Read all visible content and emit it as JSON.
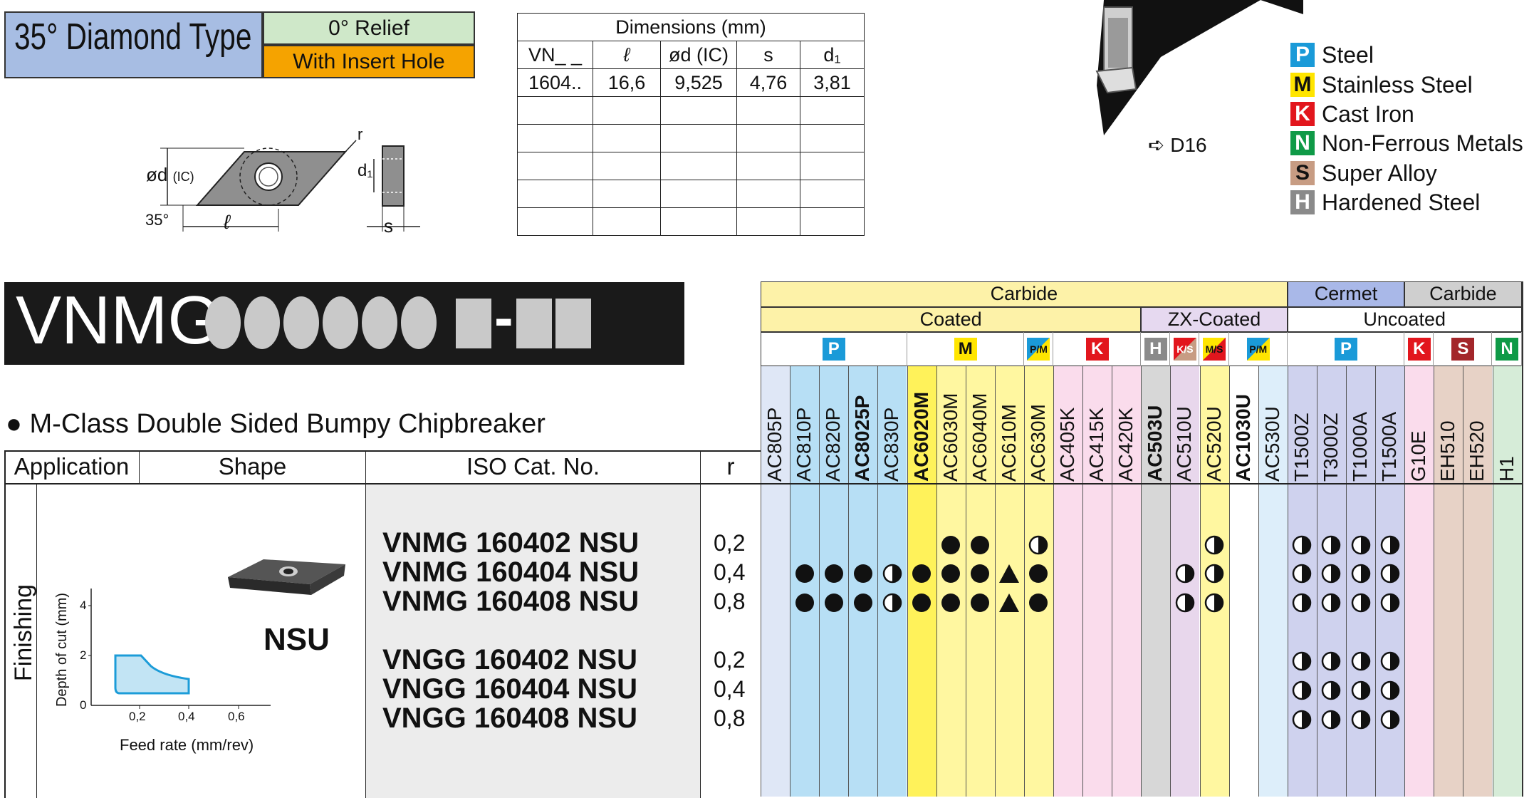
{
  "header": {
    "type_title": "35° Diamond Type",
    "relief": "0° Relief",
    "insert_hole": "With Insert Hole"
  },
  "drawing": {
    "label_od": "ød",
    "label_ic": "(IC)",
    "label_r": "r",
    "label_angle": "35°",
    "label_l": "ℓ",
    "label_d1": "d₁",
    "label_s": "s"
  },
  "dimensions": {
    "title": "Dimensions (mm)",
    "headers": [
      "VN_ _",
      "ℓ",
      "ød (IC)",
      "s",
      "d₁"
    ],
    "rows": [
      [
        "1604..",
        "16,6",
        "9,525",
        "4,76",
        "3,81"
      ]
    ]
  },
  "holder_ref": "➪ D16",
  "legend": [
    {
      "letter": "P",
      "label": "Steel",
      "color": "#1a9ad8",
      "text_color": "#ffffff"
    },
    {
      "letter": "M",
      "label": "Stainless Steel",
      "color": "#ffe500",
      "text_color": "#111111"
    },
    {
      "letter": "K",
      "label": "Cast Iron",
      "color": "#e2161d",
      "text_color": "#ffffff"
    },
    {
      "letter": "N",
      "label": "Non-Ferrous Metals",
      "color": "#0f9a47",
      "text_color": "#ffffff"
    },
    {
      "letter": "S",
      "label": "Super Alloy",
      "color": "#c79c83",
      "text_color": "#111111"
    },
    {
      "letter": "H",
      "label": "Hardened Steel",
      "color": "#8a8a8a",
      "text_color": "#ffffff"
    }
  ],
  "series_title": "VNMG",
  "series_suffix": "-",
  "subtitle": "● M-Class   Double Sided Bumpy Chipbreaker",
  "table": {
    "head_application": "Application",
    "head_shape": "Shape",
    "head_iso": "ISO Cat. No.",
    "head_r": "r",
    "group_carbide": "Carbide",
    "group_cermet": "Cermet",
    "group_carbide2": "Carbide",
    "group_coated": "Coated",
    "group_zx": "ZX-Coated",
    "group_uncoated": "Uncoated",
    "material_badges": [
      "P",
      "M",
      "P/M",
      "K",
      "H",
      "K/S",
      "M/S",
      "P/M",
      "P",
      "K",
      "S",
      "N"
    ],
    "grades": [
      "AC805P",
      "AC810P",
      "AC820P",
      "AC8025P",
      "AC830P",
      "AC6020M",
      "AC6030M",
      "AC6040M",
      "AC610M",
      "AC630M",
      "AC405K",
      "AC415K",
      "AC420K",
      "AC503U",
      "AC510U",
      "AC520U",
      "AC1030U",
      "AC530U",
      "T1500Z",
      "T3000Z",
      "T1000A",
      "T1500A",
      "G10E",
      "EH510",
      "EH520",
      "H1"
    ],
    "application": "Finishing",
    "chipbreaker": "NSU",
    "graph": {
      "ylabel": "Depth of cut (mm)",
      "xlabel": "Feed rate (mm/rev)",
      "yticks": [
        "0",
        "2",
        "4"
      ],
      "xticks": [
        "0,2",
        "0,4",
        "0,6"
      ]
    },
    "rows": [
      {
        "code": "VNMG 160402 NSU",
        "r": "0,2",
        "marks": {
          "6": "dot",
          "7": "dot",
          "9": "half",
          "15": "half",
          "18": "half",
          "19": "half",
          "20": "half",
          "21": "half"
        }
      },
      {
        "code": "VNMG 160404 NSU",
        "r": "0,4",
        "marks": {
          "1": "dot",
          "2": "dot",
          "3": "dot",
          "4": "half",
          "5": "dot",
          "6": "dot",
          "7": "dot",
          "8": "tri",
          "9": "dot",
          "14": "half",
          "15": "half",
          "18": "half",
          "19": "half",
          "20": "half",
          "21": "half"
        }
      },
      {
        "code": "VNMG 160408 NSU",
        "r": "0,8",
        "marks": {
          "1": "dot",
          "2": "dot",
          "3": "dot",
          "4": "half",
          "5": "dot",
          "6": "dot",
          "7": "dot",
          "8": "tri",
          "9": "dot",
          "14": "half",
          "15": "half",
          "18": "half",
          "19": "half",
          "20": "half",
          "21": "half"
        }
      },
      {
        "code": "VNGG 160402 NSU",
        "r": "0,2",
        "marks": {
          "18": "half",
          "19": "half",
          "20": "half",
          "21": "half"
        }
      },
      {
        "code": "VNGG 160404 NSU",
        "r": "0,4",
        "marks": {
          "18": "half",
          "19": "half",
          "20": "half",
          "21": "half"
        }
      },
      {
        "code": "VNGG 160408 NSU",
        "r": "0,8",
        "marks": {
          "18": "half",
          "19": "half",
          "20": "half",
          "21": "half"
        }
      }
    ]
  }
}
